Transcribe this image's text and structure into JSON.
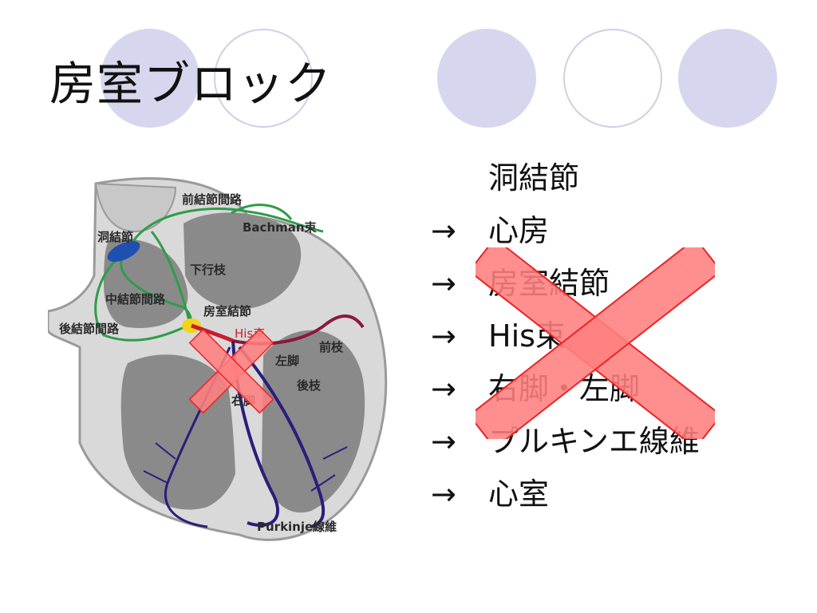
{
  "slide": {
    "title": "房室ブロック"
  },
  "diagram": {
    "labels": {
      "sa_node": "洞結節",
      "anterior_internodal": "前結節間路",
      "bachmann": "Bachman束",
      "descending_branch": "下行枝",
      "middle_internodal": "中結節間路",
      "posterior_internodal": "後結節間路",
      "av_node": "房室結節",
      "his_bundle": "His束",
      "anterior_fascicle": "前枝",
      "left_bundle": "左脚",
      "posterior_fascicle": "後枝",
      "right_bundle": "右脚",
      "purkinje": "Purkinje線維"
    },
    "colors": {
      "heart_wall": "#9a9a9a",
      "heart_outer": "#d9d9d9",
      "chamber": "#7a7a7a",
      "green_pathway": "#2e9c4a",
      "purple_bundle": "#2c1d7a",
      "red_bundle": "#c81e2e",
      "sa_node": "#1f4fb0",
      "cross_fill": "#ff8080",
      "cross_stroke": "#ee2222"
    }
  },
  "sequence": {
    "arrow": "→",
    "steps": [
      "洞結節",
      "心房",
      "房室結節",
      "His束",
      "右脚・左脚",
      "プルキンエ線維",
      "心室"
    ]
  }
}
